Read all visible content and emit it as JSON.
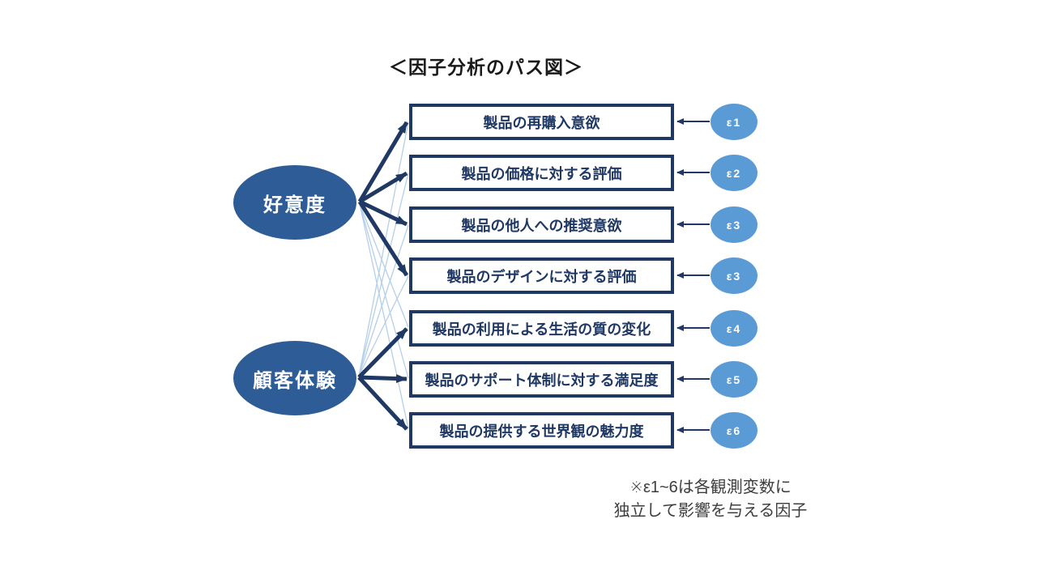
{
  "title": "＜因子分析のパス図＞",
  "factors": [
    {
      "label": "好意度"
    },
    {
      "label": "顧客体験"
    }
  ],
  "observed": [
    {
      "label": "製品の再購入意欲",
      "error": "ε1"
    },
    {
      "label": "製品の価格に対する評価",
      "error": "ε2"
    },
    {
      "label": "製品の他人への推奨意欲",
      "error": "ε3"
    },
    {
      "label": "製品のデザインに対する評価",
      "error": "ε3"
    },
    {
      "label": "製品の利用による生活の質の変化",
      "error": "ε4"
    },
    {
      "label": "製品のサポート体制に対する満足度",
      "error": "ε5"
    },
    {
      "label": "製品の提供する世界観の魅力度",
      "error": "ε6"
    }
  ],
  "note": {
    "line1": "※ε1~6は各観測変数に",
    "line2": "独立して影響を与える因子"
  },
  "colors": {
    "factor-fill": "#2D5C96",
    "box-border": "#1F3864",
    "box-text": "#1F3864",
    "arrow": "#1F3864",
    "weak-path": "#B5CFEA",
    "error-fill": "#5B9BD5",
    "background": "#FFFFFF"
  }
}
